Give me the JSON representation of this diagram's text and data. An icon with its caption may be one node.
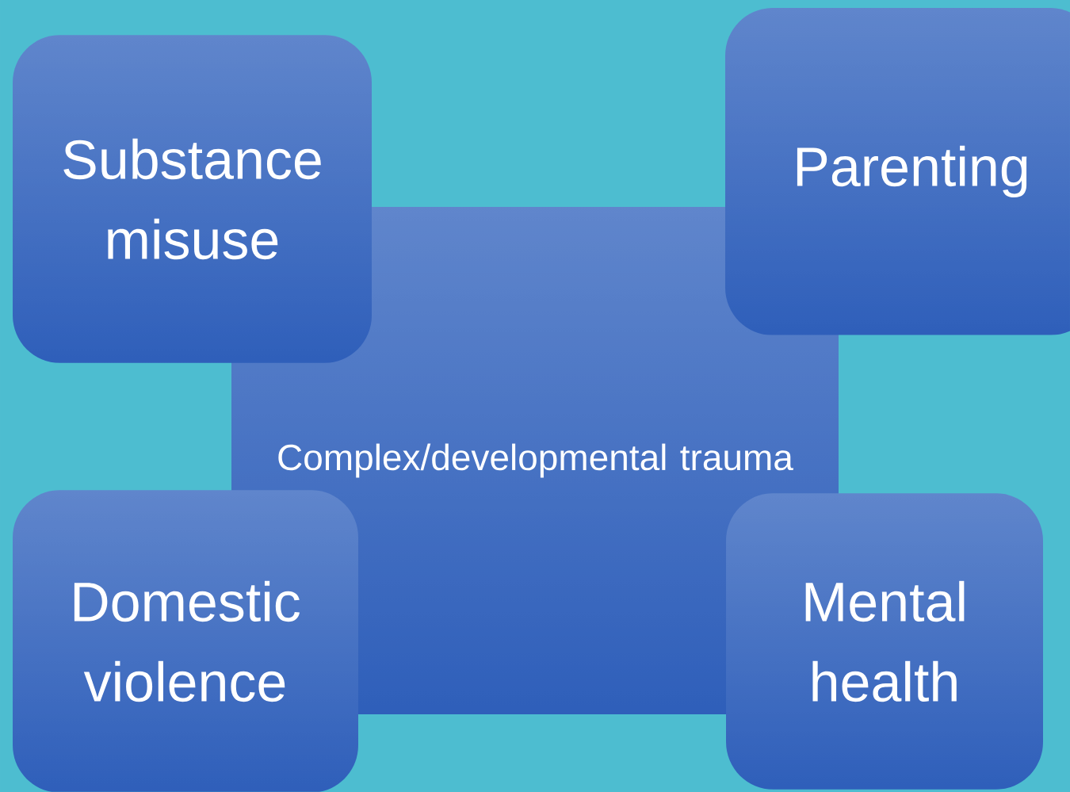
{
  "diagram": {
    "nodes": [
      {
        "text": [
          "Substance misuse"
        ]
      },
      {
        "text": [
          "Parenting"
        ]
      },
      {
        "text": [
          "Complex/developmental trauma"
        ]
      },
      {
        "text": [
          "Domestic violence"
        ]
      },
      {
        "text": [
          "Mental health"
        ]
      }
    ]
  }
}
